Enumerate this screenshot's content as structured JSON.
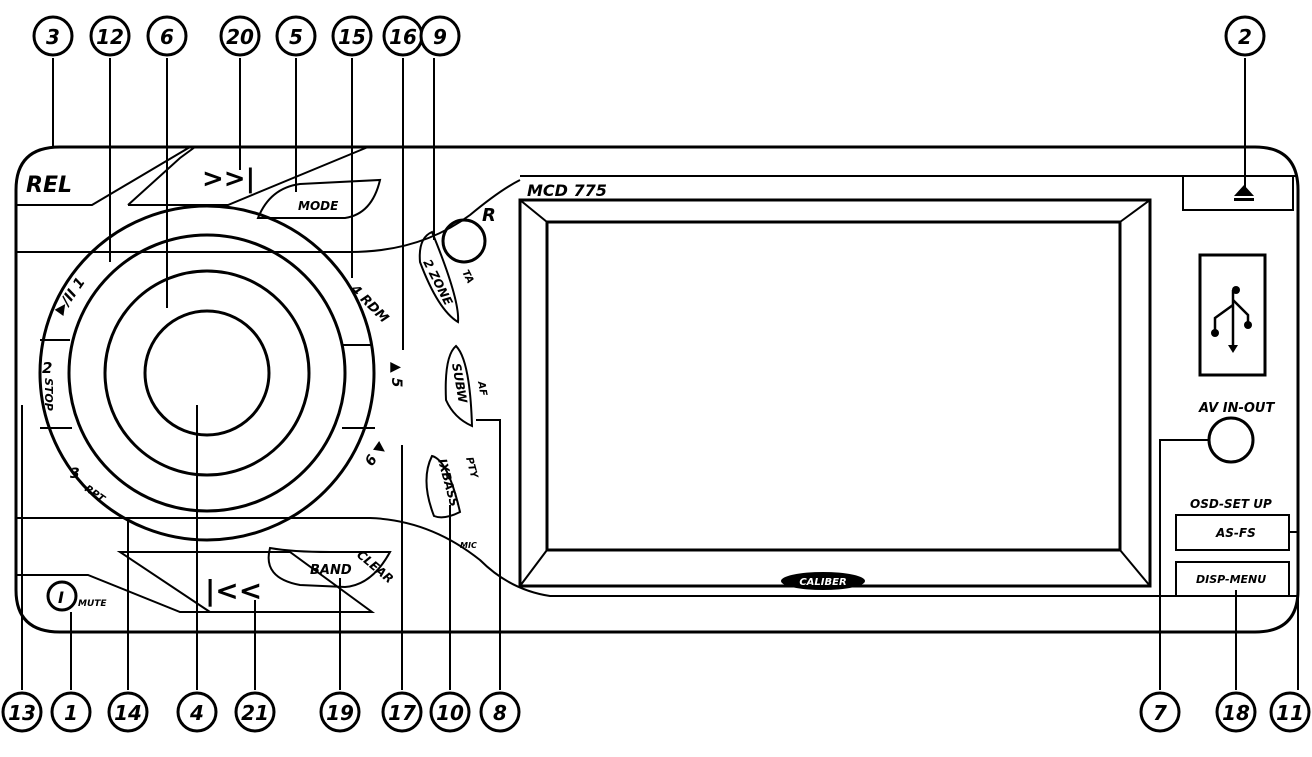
{
  "callouts_top": [
    "3",
    "12",
    "6",
    "20",
    "5",
    "15",
    "16",
    "9",
    "2"
  ],
  "callouts_bottom": [
    "13",
    "1",
    "14",
    "4",
    "21",
    "19",
    "17",
    "10",
    "8",
    "7",
    "18",
    "11"
  ],
  "labels": {
    "model": "MCD 775",
    "rel": "REL",
    "next": ">>|",
    "mode": "MODE",
    "prev": "|<<",
    "band": "BAND",
    "clear": "CLEAR",
    "r": "R",
    "two_zone": "2 ZONE",
    "ta": "TA",
    "subw": "SUBW",
    "af": "AF",
    "ixbass": "IXBASS",
    "pty": "PTY",
    "mic": "MIC",
    "play_pause": "▶/II 1",
    "rdm": "4 RDM",
    "stop_num": "2",
    "stop": "STOP",
    "rpt_num": "3",
    "rpt": "RPT",
    "five": "▲ 5",
    "six": "6 ▼",
    "power": "I",
    "mute": "MUTE",
    "eject": "▲",
    "av_in_out": "AV IN-OUT",
    "osd_set_up": "OSD-SET UP",
    "as_fs": "AS-FS",
    "disp_menu": "DISP-MENU",
    "brand": "CALIBER"
  }
}
